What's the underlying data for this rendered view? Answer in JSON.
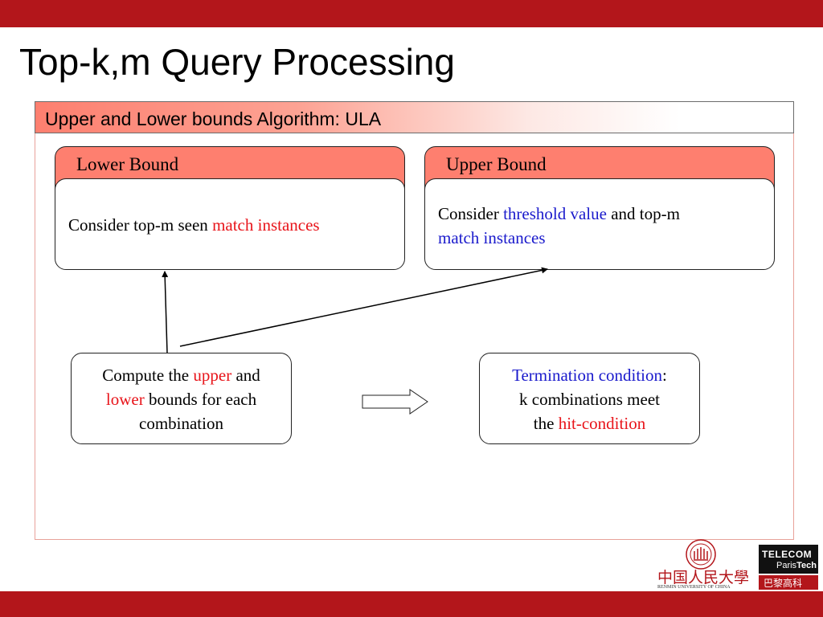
{
  "slide": {
    "title": "Top-k,m Query Processing",
    "section_header": "Upper and Lower bounds Algorithm: ULA"
  },
  "lower_bound": {
    "title": "Lower Bound",
    "text_plain": "Consider top-m seen ",
    "text_highlight": "match instances"
  },
  "upper_bound": {
    "title": "Upper Bound",
    "text_plain_1": "Consider ",
    "text_highlight_1": "threshold value",
    "text_plain_2": " and top-m",
    "text_highlight_2": "match instances"
  },
  "compute_box": {
    "line1_plain": "Compute the ",
    "line1_highlight": "upper",
    "line1_end": " and",
    "line2_highlight": "lower",
    "line2_plain": " bounds for each",
    "line3": "combination"
  },
  "termination_box": {
    "line1_highlight": "Termination condition",
    "line1_end": ":",
    "line2": "k combinations meet",
    "line3_plain": "the ",
    "line3_highlight": "hit-condition"
  },
  "logos": {
    "ruc_name": "中国人民大學",
    "ruc_english": "RENMIN UNIVERSITY OF CHINA",
    "telecom_line1": "TELECOM",
    "telecom_line2_a": "Paris",
    "telecom_line2_b": "Tech",
    "telecom_chinese": "巴黎高科"
  },
  "colors": {
    "brand_red": "#b3161b",
    "box_header": "#fe7f6f",
    "highlight_red": "#e8141a",
    "highlight_blue": "#1a1acc"
  },
  "icons": [
    "arrow-up-icon",
    "arrow-diagonal-icon",
    "block-arrow-right-icon",
    "ruc-seal-icon"
  ]
}
